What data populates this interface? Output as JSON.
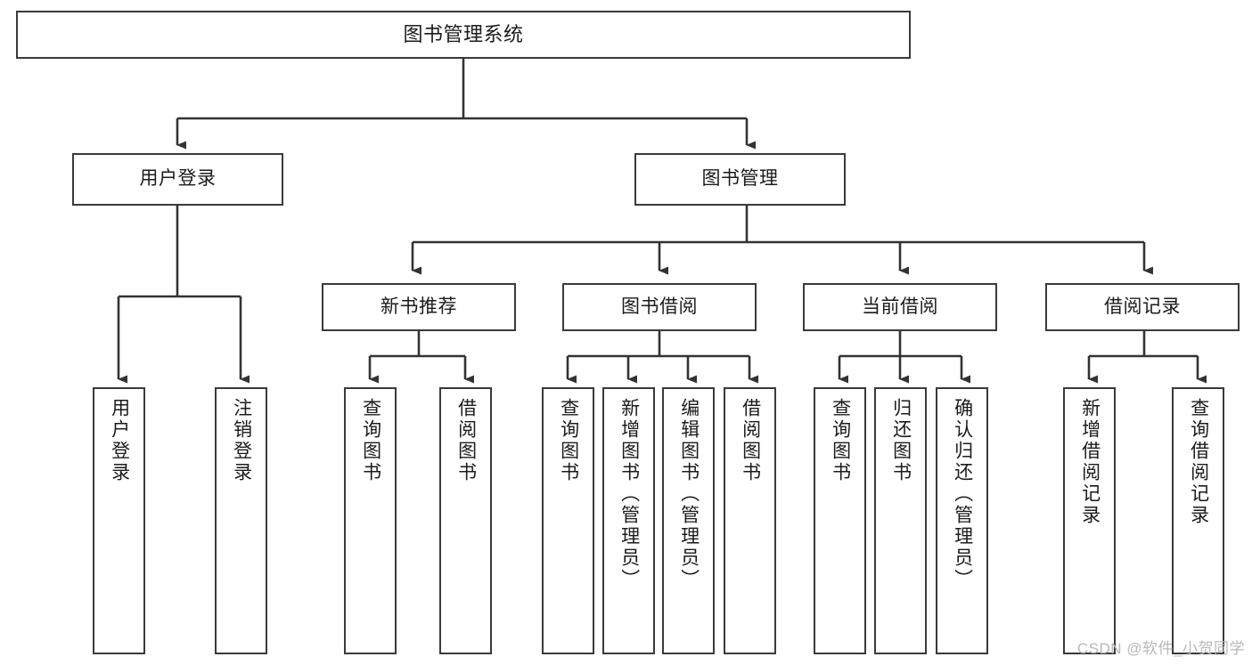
{
  "diagram": {
    "type": "tree-hierarchy",
    "title": "图书管理系统",
    "watermark": "CSDN @软件_小贺同学",
    "colors": {
      "box_border": "#3a3a3a",
      "box_fill": "#ffffff",
      "connector": "#333333",
      "text": "#1b1b1b",
      "watermark": "#b9b9b9",
      "background": "#ffffff"
    },
    "nodes": {
      "root": {
        "label": "图书管理系统",
        "level": 0
      },
      "user_login": {
        "label": "用户登录",
        "level": 1
      },
      "book_manage": {
        "label": "图书管理",
        "level": 1
      },
      "new_book_rec": {
        "label": "新书推荐",
        "level": 2
      },
      "book_borrow": {
        "label": "图书借阅",
        "level": 2
      },
      "current_borrow": {
        "label": "当前借阅",
        "level": 2
      },
      "borrow_record": {
        "label": "借阅记录",
        "level": 2
      },
      "leaf_user_login": {
        "label": "用户登录",
        "level": 2,
        "orientation": "vertical"
      },
      "leaf_user_logout": {
        "label": "注销登录",
        "level": 2,
        "orientation": "vertical"
      },
      "leaf_query_book_1": {
        "label": "查询图书",
        "level": 3,
        "orientation": "vertical"
      },
      "leaf_borrow_book_1": {
        "label": "借阅图书",
        "level": 3,
        "orientation": "vertical"
      },
      "leaf_query_book_2": {
        "label": "查询图书",
        "level": 3,
        "orientation": "vertical"
      },
      "leaf_add_book": {
        "label": "新增图书（管理员）",
        "level": 3,
        "orientation": "vertical"
      },
      "leaf_edit_book": {
        "label": "编辑图书（管理员）",
        "level": 3,
        "orientation": "vertical"
      },
      "leaf_borrow_book_2": {
        "label": "借阅图书",
        "level": 3,
        "orientation": "vertical"
      },
      "leaf_query_book_3": {
        "label": "查询图书",
        "level": 3,
        "orientation": "vertical"
      },
      "leaf_return_book": {
        "label": "归还图书",
        "level": 3,
        "orientation": "vertical"
      },
      "leaf_confirm_return": {
        "label": "确认归还（管理员）",
        "level": 3,
        "orientation": "vertical"
      },
      "leaf_add_record": {
        "label": "新增借阅记录",
        "level": 3,
        "orientation": "vertical"
      },
      "leaf_query_record": {
        "label": "查询借阅记录",
        "level": 3,
        "orientation": "vertical"
      }
    },
    "edges": [
      {
        "from": "root",
        "to": "user_login"
      },
      {
        "from": "root",
        "to": "book_manage"
      },
      {
        "from": "user_login",
        "to": "leaf_user_login"
      },
      {
        "from": "user_login",
        "to": "leaf_user_logout"
      },
      {
        "from": "book_manage",
        "to": "new_book_rec"
      },
      {
        "from": "book_manage",
        "to": "book_borrow"
      },
      {
        "from": "book_manage",
        "to": "current_borrow"
      },
      {
        "from": "book_manage",
        "to": "borrow_record"
      },
      {
        "from": "new_book_rec",
        "to": "leaf_query_book_1"
      },
      {
        "from": "new_book_rec",
        "to": "leaf_borrow_book_1"
      },
      {
        "from": "book_borrow",
        "to": "leaf_query_book_2"
      },
      {
        "from": "book_borrow",
        "to": "leaf_add_book"
      },
      {
        "from": "book_borrow",
        "to": "leaf_edit_book"
      },
      {
        "from": "book_borrow",
        "to": "leaf_borrow_book_2"
      },
      {
        "from": "current_borrow",
        "to": "leaf_query_book_3"
      },
      {
        "from": "current_borrow",
        "to": "leaf_return_book"
      },
      {
        "from": "current_borrow",
        "to": "leaf_confirm_return"
      },
      {
        "from": "borrow_record",
        "to": "leaf_add_record"
      },
      {
        "from": "borrow_record",
        "to": "leaf_query_record"
      }
    ]
  }
}
